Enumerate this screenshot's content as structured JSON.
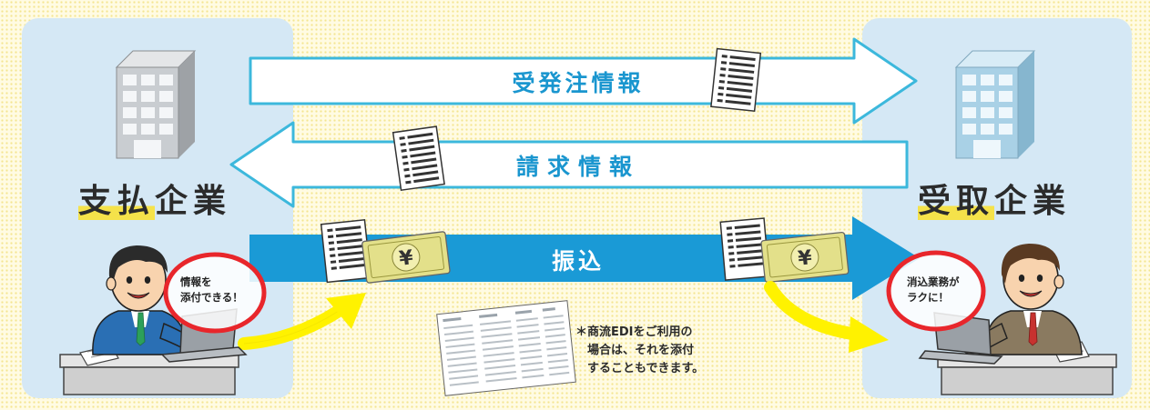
{
  "left_company": {
    "label_highlighted": "支払",
    "label_rest": "企業"
  },
  "right_company": {
    "label_highlighted": "受取",
    "label_rest": "企業"
  },
  "flows": {
    "order_info": "受発注情報",
    "billing_info": "請求情報",
    "transfer": "振込"
  },
  "left_person": {
    "speech_line1": "情報を",
    "speech_line2": "添付できる！"
  },
  "right_person": {
    "speech_line1": "消込業務が",
    "speech_line2": "ラクに！"
  },
  "banknote_symbol": "¥",
  "note": {
    "line1": "＊商流EDIをご利用の",
    "line2": "　場合は、それを添付",
    "line3": "　することもできます。"
  },
  "colors": {
    "light_arrow_border": "#3cb8dc",
    "dark_arrow_fill": "#1a9ad6",
    "arrow_text_light": "#1a96cf",
    "yellow_arrow": "#fff200",
    "circle_red": "#e8262b",
    "panel_blue": "#d5e8f5"
  },
  "icons": [
    "building-icon",
    "document-icon",
    "banknote-icon",
    "person-icon",
    "laptop-icon",
    "data-sheet-icon"
  ]
}
